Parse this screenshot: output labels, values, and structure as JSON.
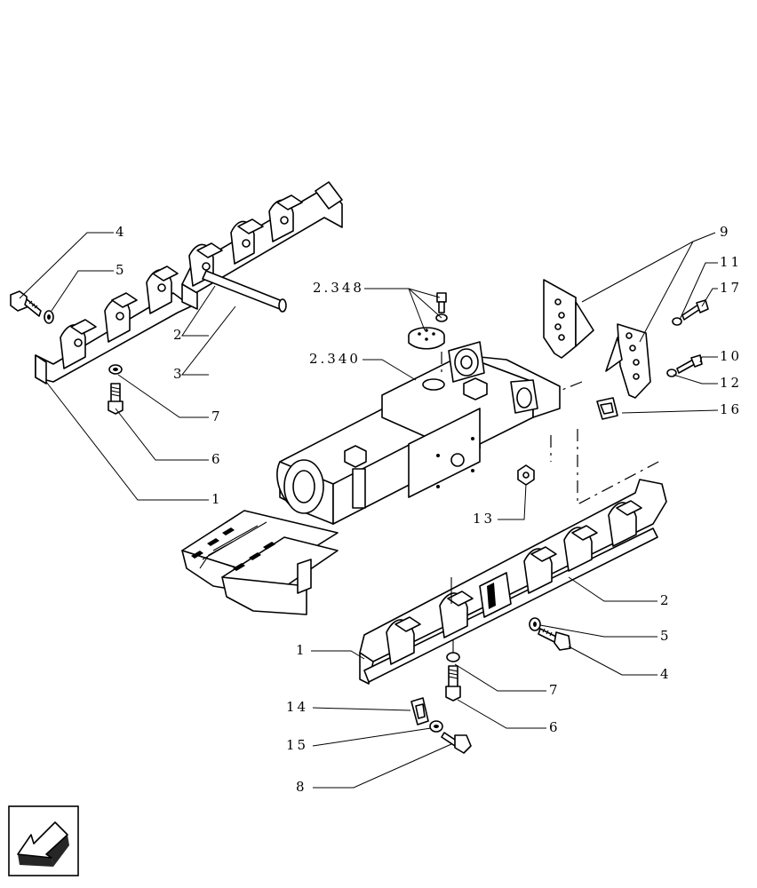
{
  "diagram": {
    "callouts": [
      "4",
      "5",
      "2",
      "3",
      "7",
      "6",
      "1",
      "2.348",
      "2.340",
      "9",
      "11",
      "17",
      "10",
      "12",
      "16",
      "13",
      "2",
      "5",
      "4",
      "7",
      "6",
      "1",
      "14",
      "15",
      "8"
    ]
  },
  "nav": {
    "icon": "prev-page-arrow-icon"
  }
}
